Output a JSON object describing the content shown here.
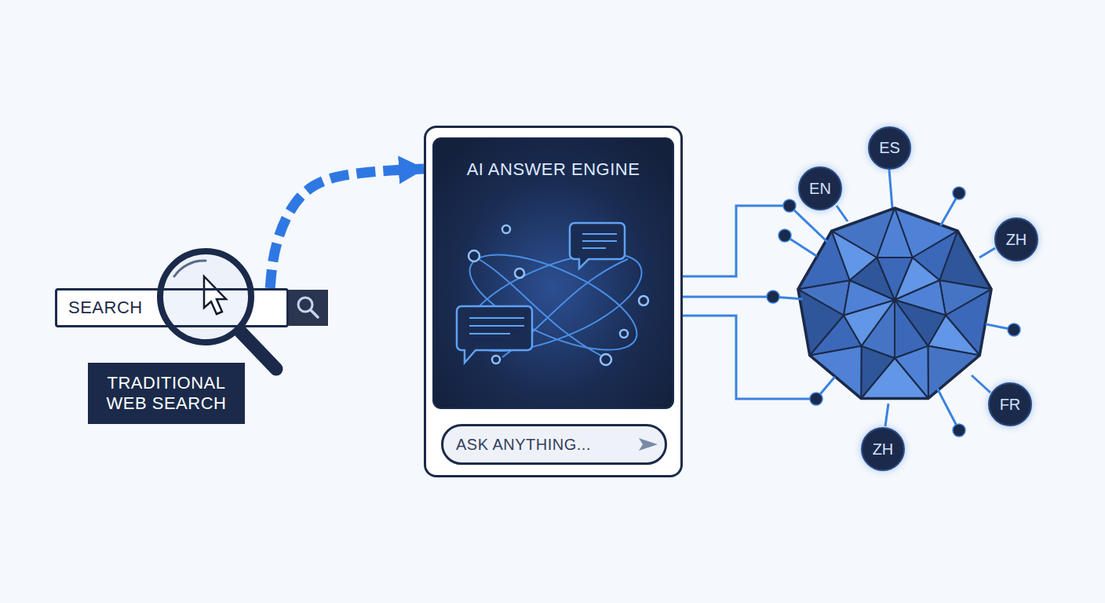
{
  "diagram": {
    "nodes": [
      {
        "text": [
          "SEARCH"
        ]
      },
      {
        "text": [
          "TRADITIONAL WEB SEARCH"
        ]
      },
      {
        "text": [
          "AI ANSWER ENGINE"
        ]
      },
      {
        "text": [
          "ASK ANYTHING..."
        ],
        "in": 2
      },
      {
        "text": [
          "EN"
        ]
      },
      {
        "text": [
          "ES"
        ]
      },
      {
        "text": [
          "ZH"
        ]
      },
      {
        "text": [
          "FR"
        ]
      },
      {
        "text": [
          "ZH"
        ]
      }
    ],
    "edges": [
      {
        "from": 0,
        "to": 2,
        "arrow": "to"
      }
    ]
  }
}
